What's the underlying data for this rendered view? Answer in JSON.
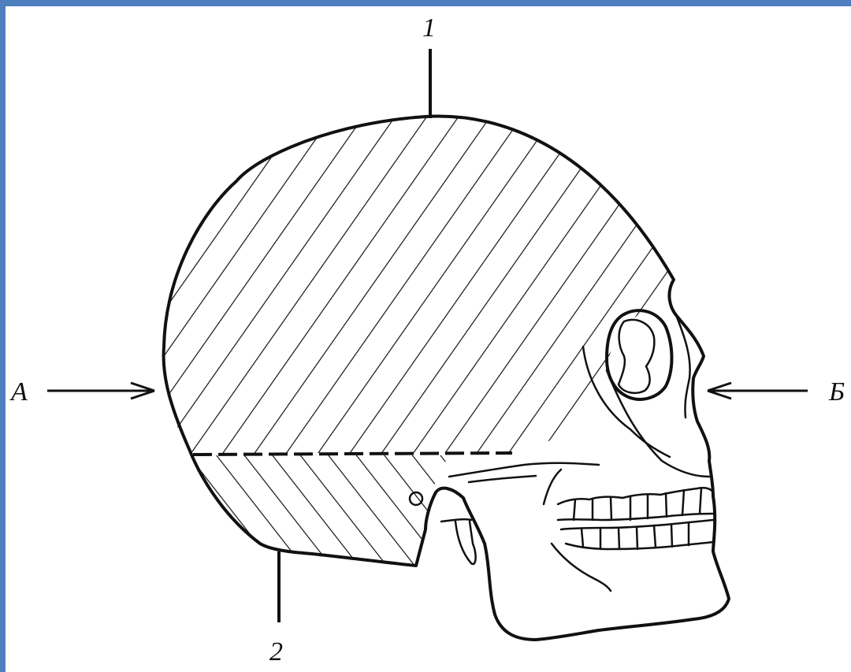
{
  "labels": {
    "top": "1",
    "bottom": "2",
    "left": "А",
    "right": "Б"
  },
  "colors": {
    "frame": "#4f7fbf",
    "ink": "#111111",
    "background": "#ffffff"
  }
}
